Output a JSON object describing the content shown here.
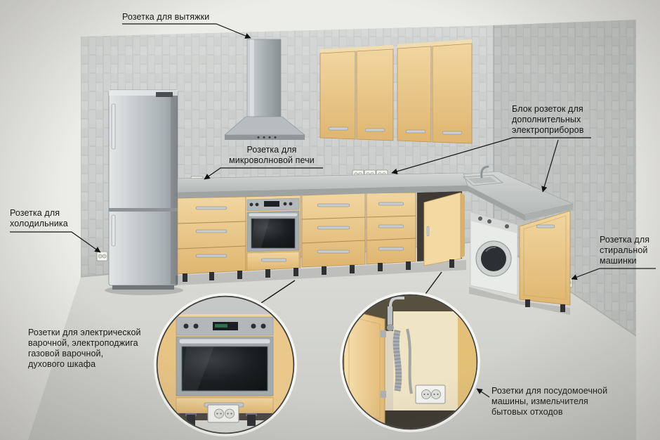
{
  "diagram": {
    "labels": {
      "hood": "Розетка для вытяжки",
      "microwave": "Розетка для\nмикроволновой печи",
      "outlet_block": "Блок розеток для\nдополнительных\nэлектроприборов",
      "fridge": "Розетка для\nхолодильника",
      "washer": "Розетка для\nстиральной\nмашинки",
      "cooktop": "Розетки для электрической\nварочной, электроподжига\nгазовой варочной,\nдухового шкафа",
      "dishwasher": "Розетки для посудомоечной\nмашины, измельчителя\nбытовых отходов"
    },
    "colors": {
      "wall_tile": "#c3c6c4",
      "cabinet_beige": "#eac684",
      "countertop": "#c0c4c2",
      "appliance_steel": "#aab1b4",
      "text": "#141414",
      "background": "#e9e9e6"
    }
  }
}
